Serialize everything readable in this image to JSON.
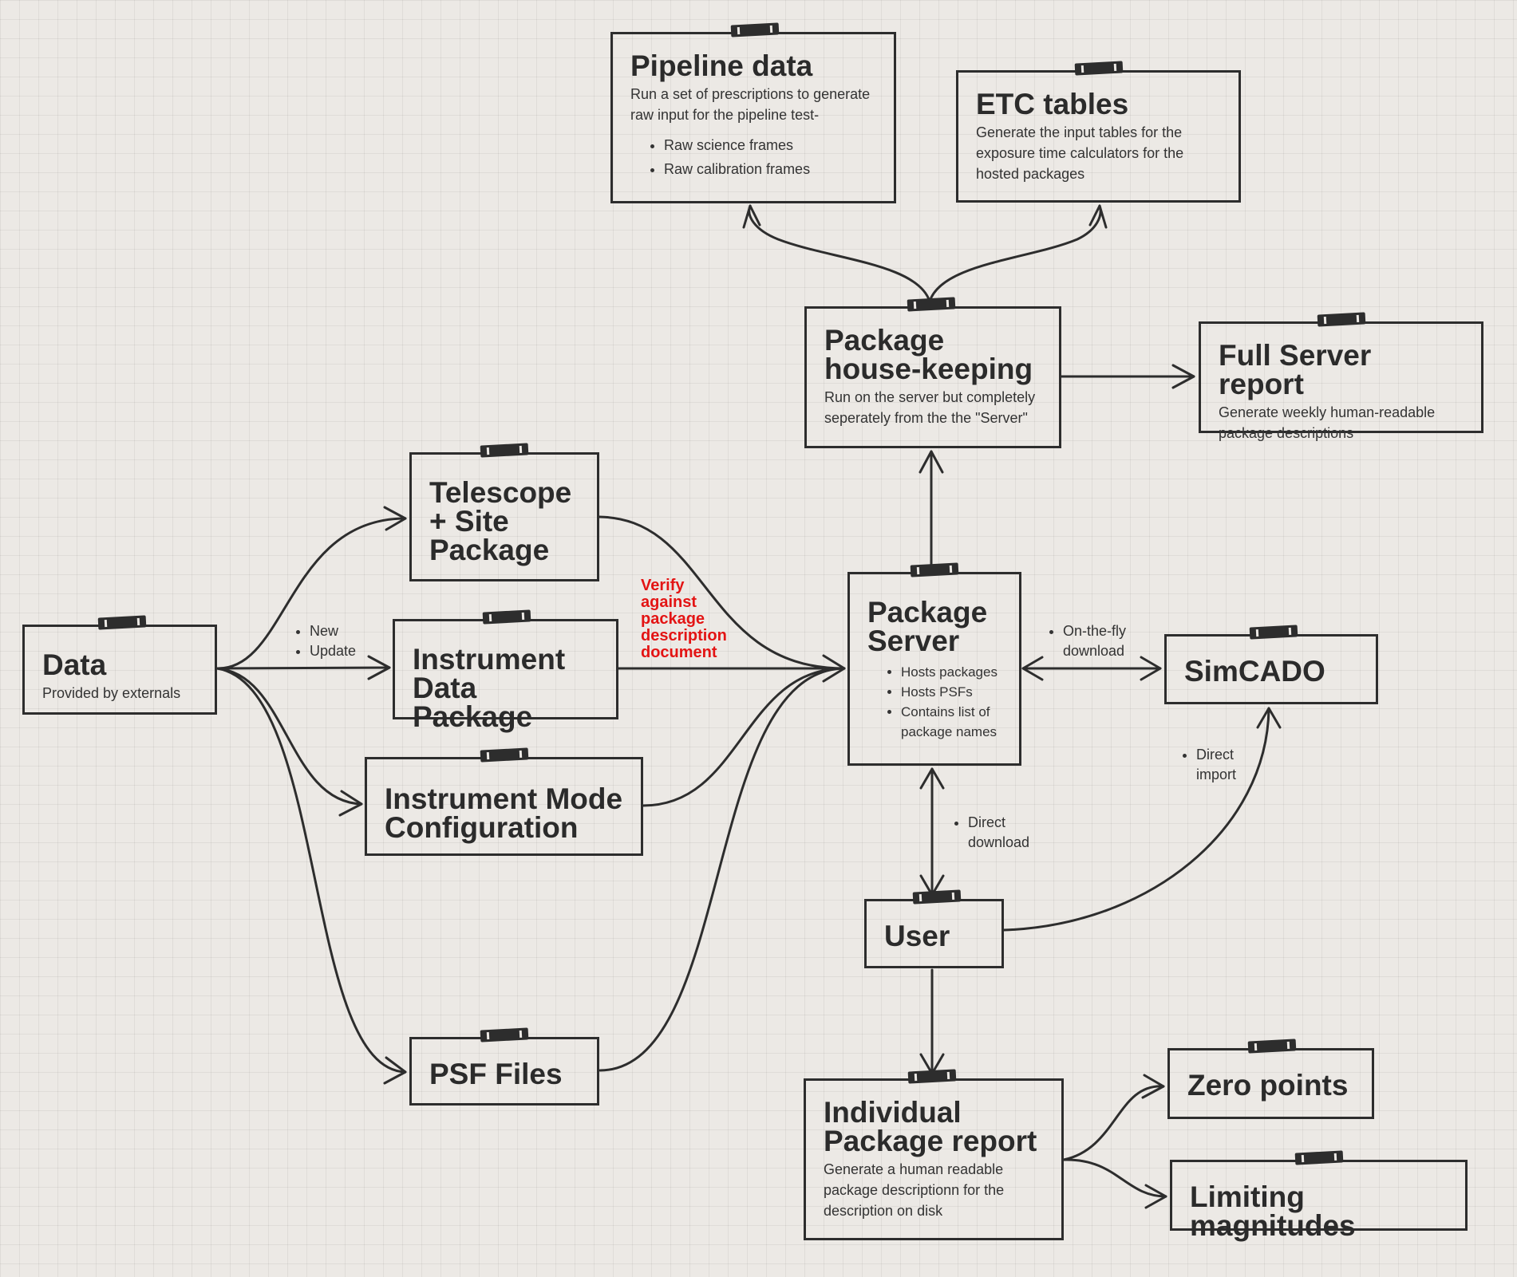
{
  "nodes": {
    "pipeline": {
      "title": "Pipeline data",
      "desc": "Run a set of prescriptions to generate raw input for the pipeline test-",
      "bullets": [
        "Raw science frames",
        "Raw calibration frames"
      ]
    },
    "etc": {
      "title": "ETC tables",
      "desc": "Generate the input tables for the exposure time calculators for the hosted packages"
    },
    "housekeeping": {
      "title": "Package\nhouse-keeping",
      "desc": "Run on the server but completely seperately from the the \"Server\""
    },
    "fullreport": {
      "title": "Full Server report",
      "desc": "Generate weekly human-readable package descriptions"
    },
    "telescope": {
      "title": "Telescope\n+ Site\nPackage"
    },
    "data": {
      "title": "Data",
      "desc": "Provided by externals"
    },
    "instrument": {
      "title": "Instrument\nData Package"
    },
    "mode": {
      "title": "Instrument Mode\nConfiguration"
    },
    "psf": {
      "title": "PSF Files"
    },
    "server": {
      "title": "Package\nServer",
      "bullets": [
        "Hosts packages",
        "Hosts PSFs",
        "Contains list of package names"
      ]
    },
    "simcado": {
      "title": "SimCADO"
    },
    "user": {
      "title": "User"
    },
    "indreport": {
      "title": "Individual\nPackage report",
      "desc": "Generate a human readable package descriptionn for the description on disk"
    },
    "zeropoints": {
      "title": "Zero points"
    },
    "limmag": {
      "title": "Limiting magnitudes"
    }
  },
  "edge_labels": {
    "new_update": [
      "New",
      "Update"
    ],
    "verify": "Verify\nagainst\npackage\ndescription\ndocument",
    "onthefly": [
      "On-the-fly download"
    ],
    "direct_import": [
      "Direct import"
    ],
    "direct_download": [
      "Direct download"
    ]
  },
  "colors": {
    "ink": "#2d2d2d",
    "background": "#ece9e5",
    "accent": "#e31414"
  }
}
